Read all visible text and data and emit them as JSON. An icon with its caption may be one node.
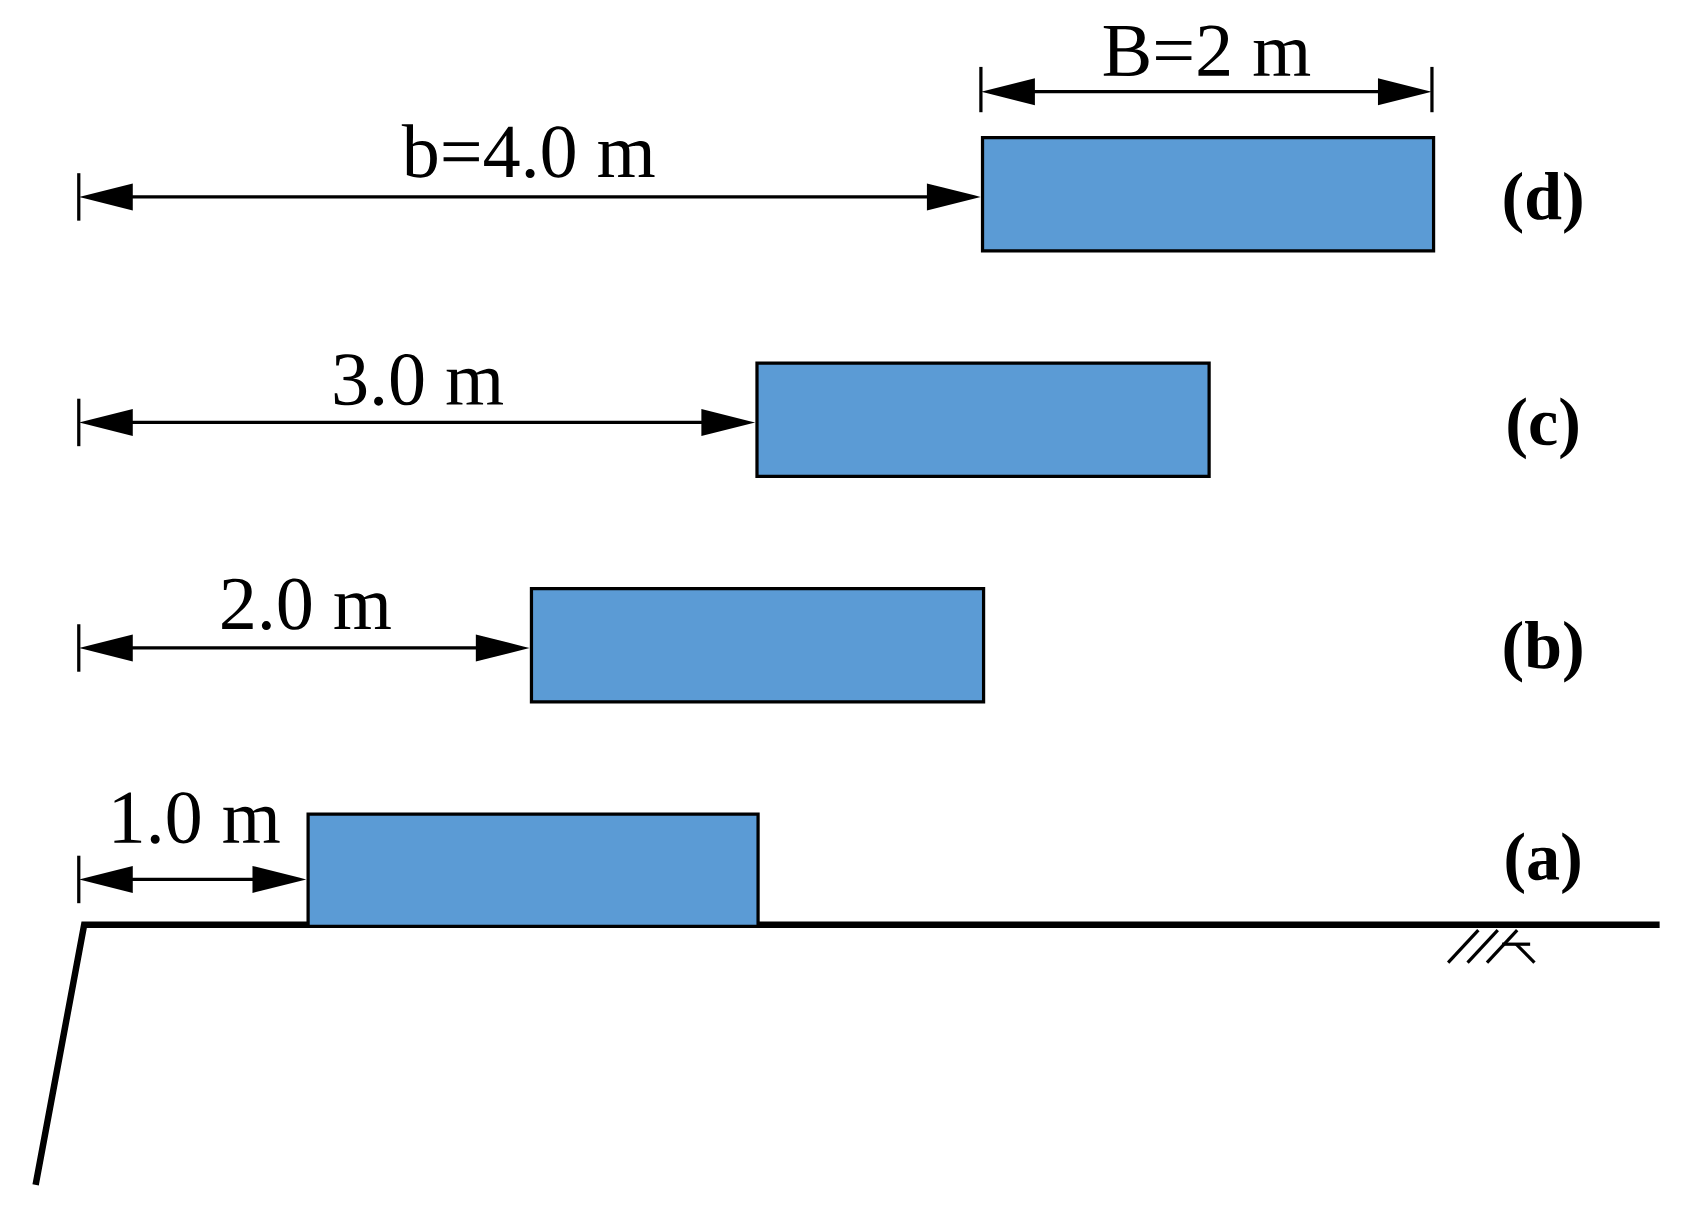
{
  "diagram": {
    "nodes": [
      {
        "text": [],
        "shape": "box"
      },
      {
        "text": [],
        "shape": "box"
      },
      {
        "text": [],
        "shape": "box"
      },
      {
        "text": [],
        "shape": "box"
      }
    ],
    "labels": [
      "B=2 m",
      "b=4.0 m",
      "(d)",
      "3.0 m",
      "(c)",
      "2.0 m",
      "(b)",
      "1.0 m",
      "(a)"
    ]
  }
}
